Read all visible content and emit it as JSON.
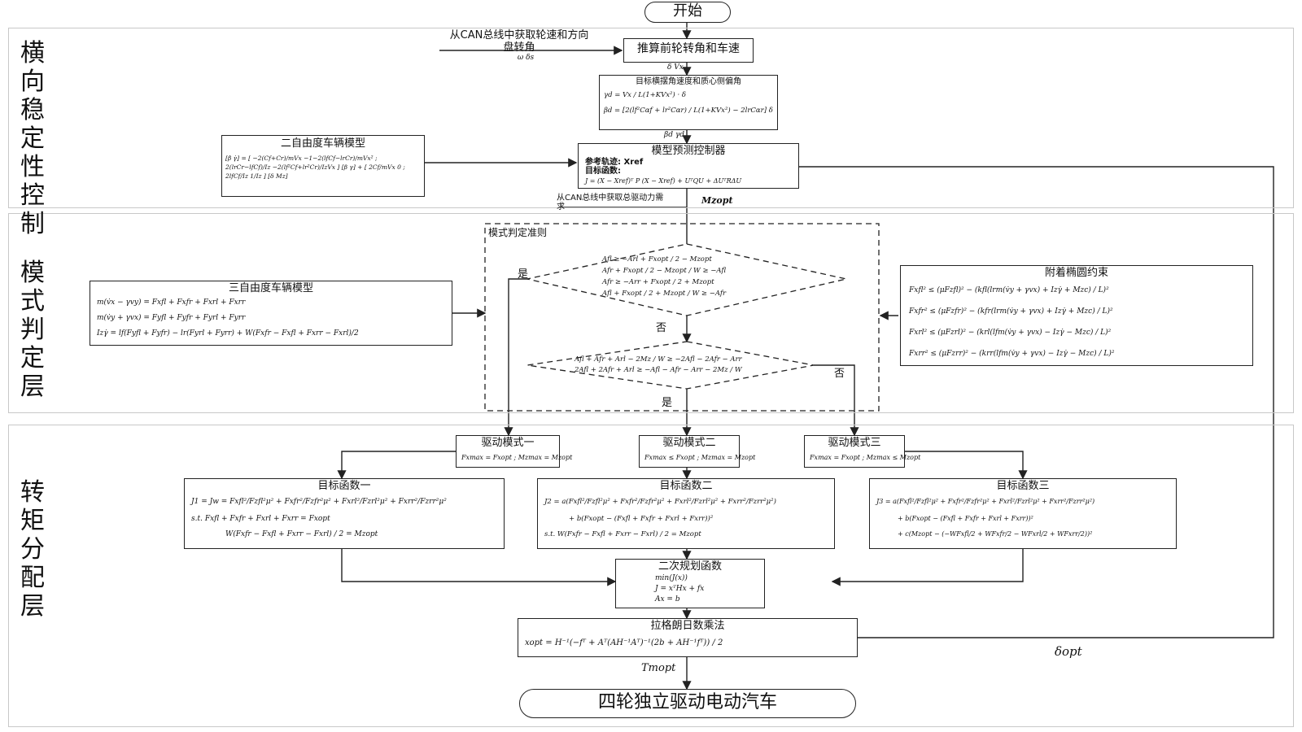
{
  "start": "开始",
  "end": "四轮独立驱动电动汽车",
  "layers": {
    "lateral": "横向稳定性控制",
    "mode": "模式判定层",
    "torque": "转矩分配层"
  },
  "lateral": {
    "can_input": "从CAN总线中获取轮速和方向盘转角",
    "can_input_vars": "ω    δs",
    "estimate_box": "推算前轮转角和车速",
    "estimate_vars": "δ    Vx",
    "target_title": "目标横摆角速度和质心侧偏角",
    "target_eq1": "γd = Vx / L(1+KVx²) · δ",
    "target_eq2": "βd = [2(lf²Cαf + lr²Cαr) / L(1+KVx²) − 2lrCαr] δ",
    "target_vars": "βd    γd",
    "vehicle_title": "二自由度车辆模型",
    "vehicle_eq": "[β̇ γ̇] = [ −2(Cf+Cr)/mVx   −1−2(lfCf−lrCr)/mVx² ; 2(lrCr−lfCf)/Iz   −2(lf²Cf+lr²Cr)/IzVx ] [β γ] + [ 2Cf/mVx  0 ; 2lfCf/Iz  1/Iz ] [δ Mz]",
    "mpc_title": "模型预测控制器",
    "mpc_ref": "参考轨迹: Xref",
    "mpc_obj": "目标函数:",
    "mpc_eq": "J = (X − Xref)ᵀ P (X − Xref) + UᵀQU + ΔUᵀRΔU",
    "can_force": "从CAN总线中获取总驱动力需求",
    "mopt": "Mzopt"
  },
  "mode": {
    "criteria_title": "模式判定准则",
    "d1_l1": "Afl ≥ −Arl + Fxopt / 2 − Mzopt",
    "d1_l2": "Afr + Fxopt / 2 − Mzopt / W ≥ −Afl",
    "d1_l3": "Afr ≥ −Arr + Fxopt / 2 + Mzopt",
    "d1_l4": "Afl + Fxopt / 2 + Mzopt / W ≥ −Afr",
    "d2_l1": "Afl + Afr + Arl − 2Mz / W ≥ −2Afl − 2Afr − Arr",
    "d2_l2": "2Afl + 2Afr + Arl ≥ −Afl − Afr − Arr − 2Mz / W",
    "yes": "是",
    "no": "否",
    "three_dof_title": "三自由度车辆模型",
    "three_eq1": "m(v̇x − γvy) = Fxfl + Fxfr + Fxrl + Fxrr",
    "three_eq2": "m(v̇y + γvx) = Fyfl + Fyfr + Fyrl + Fyrr",
    "three_eq3": "Izγ̇ = lf(Fyfl + Fyfr) − lr(Fyrl + Fyrr) + W(Fxfr − Fxfl + Fxrr − Fxrl)/2",
    "ellipse_title": "附着椭圆约束",
    "ell1": "Fxfl² ≤ (μFzfl)² − (kfl(lrm(v̇y + γvx) + Izγ̇ + Mzc) / L)²",
    "ell2": "Fxfr² ≤ (μFzfr)² − (kfr(lrm(v̇y + γvx) + Izγ̇ + Mzc) / L)²",
    "ell3": "Fxrl² ≤ (μFzrl)² − (krl(lfm(v̇y + γvx) − Izγ̇ − Mzc) / L)²",
    "ell4": "Fxrr² ≤ (μFzrr)² − (krr(lfm(v̇y + γvx) − Izγ̇ − Mzc) / L)²"
  },
  "torque": {
    "mode1_title": "驱动模式一",
    "mode1_eq": "Fxmax = Fxopt ; Mzmax = Mzopt",
    "mode2_title": "驱动模式二",
    "mode2_eq": "Fxmax ≤ Fxopt ; Mzmax = Mzopt",
    "mode3_title": "驱动模式三",
    "mode3_eq": "Fxmax = Fxopt ; Mzmax ≤ Mzopt",
    "obj1_title": "目标函数一",
    "obj1_eq1": "J1 = Jw = Fxfl²/Fzfl²μ² + Fxfr²/Fzfr²μ² + Fxrl²/Fzrl²μ² + Fxrr²/Fzrr²μ²",
    "obj1_eq2": "s.t.   Fxfl + Fxfr + Fxrl + Fxrr = Fxopt",
    "obj1_eq3": "W(Fxfr − Fxfl + Fxrr − Fxrl) / 2 = Mzopt",
    "obj2_title": "目标函数二",
    "obj2_eq1": "J2 = a(Fxfl²/Fzfl²μ² + Fxfr²/Fzfr²μ² + Fxrl²/Fzrl²μ² + Fxrr²/Fzrr²μ²)",
    "obj2_eq2": "+ b(Fxopt − (Fxfl + Fxfr + Fxrl + Fxrr))²",
    "obj2_eq3": "s.t.   W(Fxfr − Fxfl + Fxrr − Fxrl) / 2 = Mzopt",
    "obj3_title": "目标函数三",
    "obj3_eq1": "J3 = a(Fxfl²/Fzfl²μ² + Fxfr²/Fzfr²μ² + Fxrl²/Fzrl²μ² + Fxrr²/Fzrr²μ²)",
    "obj3_eq2": "+ b(Fxopt − (Fxfl + Fxfr + Fxrl + Fxrr))²",
    "obj3_eq3": "+ c(Mzopt − (−WFxfl/2 + WFxfr/2 − WFxrl/2 + WFxrr/2))²",
    "qp_title": "二次规划函数",
    "qp_eq1": "min(J(x))",
    "qp_eq2": "J = xᵀHx + fx",
    "qp_eq3": "Ax = b",
    "lag_title": "拉格朗日数乘法",
    "lag_eq": "xopt = H⁻¹(−fᵀ + Aᵀ(AH⁻¹Aᵀ)⁻¹(2b + AH⁻¹fᵀ)) / 2",
    "tmopt": "Tmopt",
    "delta_opt": "δopt"
  }
}
